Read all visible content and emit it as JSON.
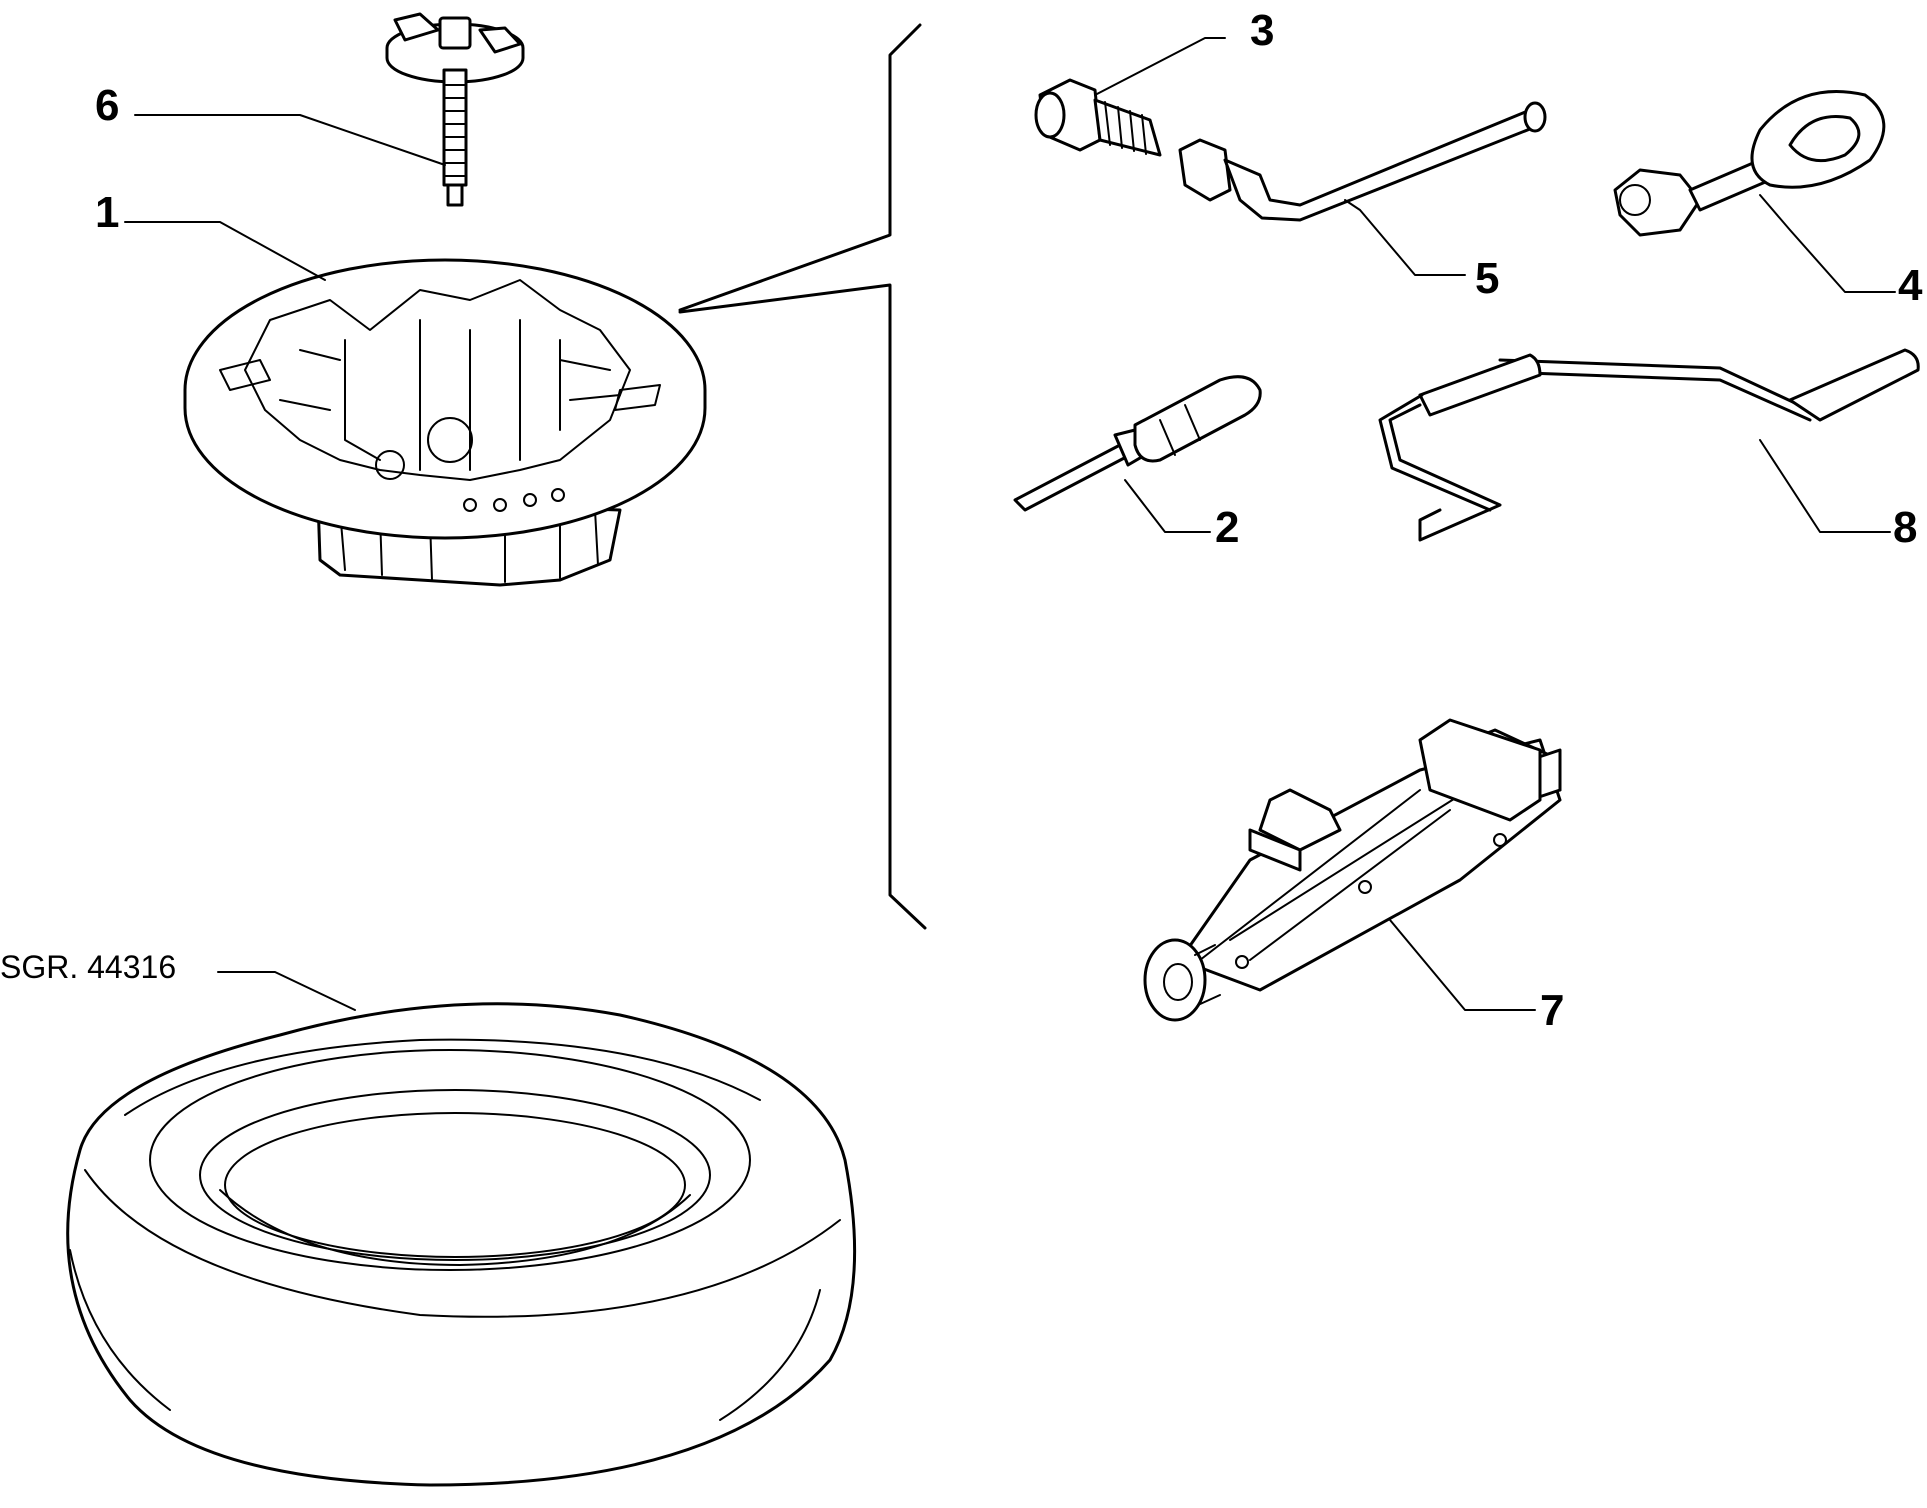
{
  "callouts": {
    "c1": "1",
    "c2": "2",
    "c3": "3",
    "c4": "4",
    "c5": "5",
    "c6": "6",
    "c7": "7",
    "c8": "8"
  },
  "reference": "SGR. 44316"
}
